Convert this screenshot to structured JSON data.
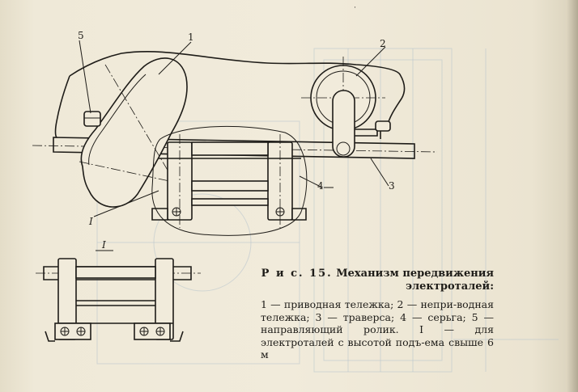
{
  "figure": {
    "fig_label": "Р и с. 15.",
    "title": "Механизм передвижения электроталей:",
    "body": "1 — приводная тележка; 2 — непри-водная тележка; 3 — траверса; 4 — серьга; 5 — направляющий ролик. I — для электроталей с высотой подъ-ема свыше 6 м"
  },
  "callouts": {
    "c1": "1",
    "c2": "2",
    "c3": "3",
    "c4": "4",
    "c5": "5",
    "detail_ref": "I",
    "detail_title": "I"
  },
  "colors": {
    "paper": "#f1ebdb",
    "ink": "#1e1c18",
    "show_through": "#b6c2cc"
  }
}
